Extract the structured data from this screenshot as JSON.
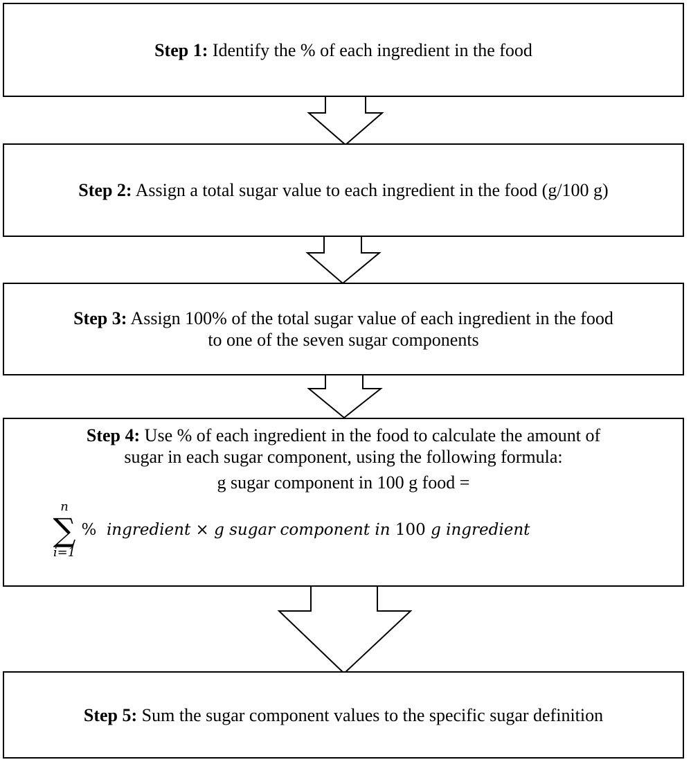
{
  "steps": [
    {
      "label": "Step 1:",
      "text": "Identify the % of each ingredient in the food"
    },
    {
      "label": "Step 2:",
      "text": "Assign a total sugar value to each ingredient in the food (g/100 g)"
    },
    {
      "label": "Step 3:",
      "text_line1": "Assign 100% of the total sugar value of each ingredient in the food",
      "text_line2": "to one of the seven sugar components"
    },
    {
      "label": "Step 4:",
      "text_line1": "Use % of each ingredient in the food to calculate the amount of",
      "text_line2": "sugar in each sugar component, using the following formula:",
      "formula": {
        "lhs": "g sugar component in 100 g food =",
        "sum_upper": "n",
        "sum_lower": "i=1",
        "sum_symbol": "∑",
        "percent": "%",
        "term1": "ingredient × g sugar component in",
        "num": "100",
        "term2": "g ingredient"
      }
    },
    {
      "label": "Step 5:",
      "text": "Sum the sugar component values to the specific sugar definition"
    }
  ],
  "arrow_icon": "down-arrow-icon"
}
